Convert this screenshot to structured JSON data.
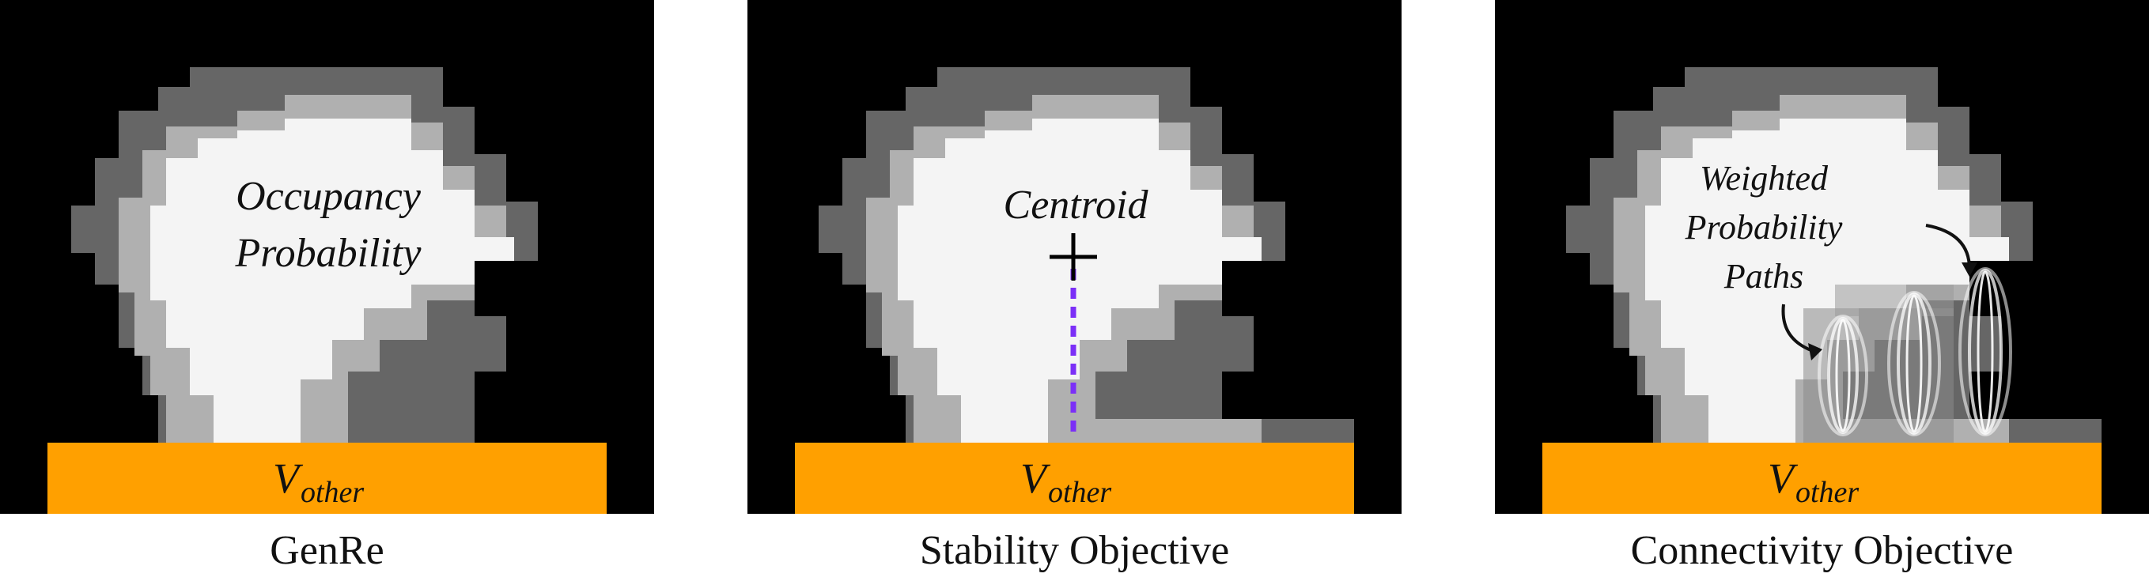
{
  "colors": {
    "background": "#000000",
    "dark_gray": "#666666",
    "light_gray": "#b0b0b0",
    "white": "#f4f4f4",
    "ground": "#ffa000",
    "centroid_line": "#7b2ff7"
  },
  "panels": [
    {
      "caption": "GenRe",
      "labels": [
        "Occupancy",
        "Probability"
      ],
      "ground_label": "V",
      "ground_label_sub": "other"
    },
    {
      "caption": "Stability Objective",
      "labels": [
        "Centroid"
      ],
      "ground_label": "V",
      "ground_label_sub": "other",
      "marker": "plus-icon"
    },
    {
      "caption": "Connectivity Objective",
      "labels": [
        "Weighted",
        "Probability",
        "Paths"
      ],
      "ground_label": "V",
      "ground_label_sub": "other",
      "icons": [
        "curved-arrow-icon",
        "curved-arrow-icon"
      ]
    }
  ]
}
